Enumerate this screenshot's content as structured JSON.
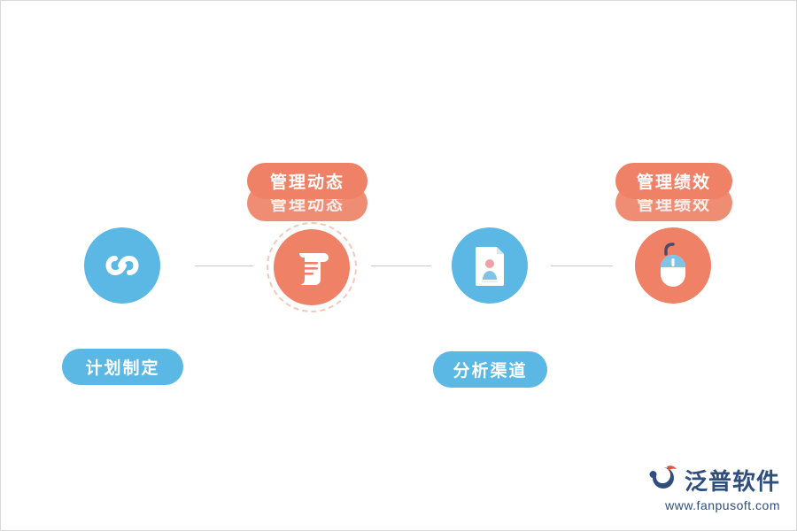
{
  "diagram": {
    "nodes": [
      {
        "id": "node-1",
        "icon": "chain-link-icon",
        "circle_color": "#5bb7e3",
        "label": "计划制定",
        "label_color": "#5bb7e3",
        "label_position": "below"
      },
      {
        "id": "node-2",
        "icon": "scroll-document-icon",
        "circle_color": "#ef8266",
        "label": "管理动态",
        "label_echo": "管理动态",
        "label_color": "#ef8266",
        "label_position": "above"
      },
      {
        "id": "node-3",
        "icon": "file-user-icon",
        "circle_color": "#5bb7e3",
        "label": "分析渠道",
        "label_color": "#5bb7e3",
        "label_position": "below"
      },
      {
        "id": "node-4",
        "icon": "computer-mouse-icon",
        "circle_color": "#ef8266",
        "label": "管理绩效",
        "label_echo": "管理绩效",
        "label_color": "#ef8266",
        "label_position": "above"
      }
    ],
    "connectors": [
      "connector-1",
      "connector-2",
      "connector-3"
    ]
  },
  "watermark": {
    "logo": "fanpu-logo-icon",
    "title": "泛普软件",
    "url": "www.fanpusoft.com",
    "color": "#2f4e7e"
  }
}
